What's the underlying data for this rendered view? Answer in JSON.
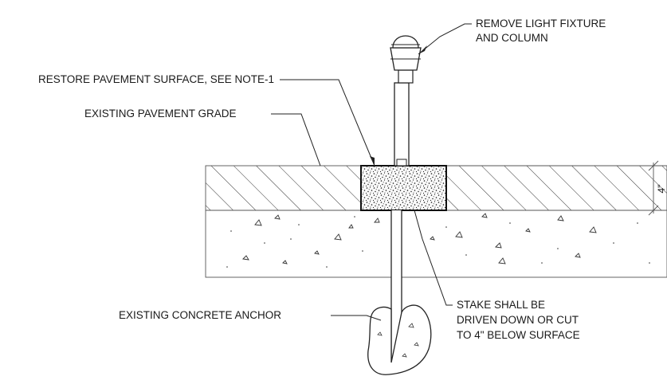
{
  "labels": {
    "remove_fixture_line1": "REMOVE LIGHT FIXTURE",
    "remove_fixture_line2": "AND COLUMN",
    "restore_pavement": "RESTORE PAVEMENT SURFACE, SEE NOTE-1",
    "existing_grade": "EXISTING PAVEMENT GRADE",
    "concrete_anchor": "EXISTING CONCRETE ANCHOR",
    "stake_line1": "STAKE SHALL BE",
    "stake_line2": "DRIVEN DOWN OR CUT",
    "stake_line3": "TO 4\" BELOW SURFACE"
  },
  "dimension": {
    "pavement_depth": "4\""
  }
}
